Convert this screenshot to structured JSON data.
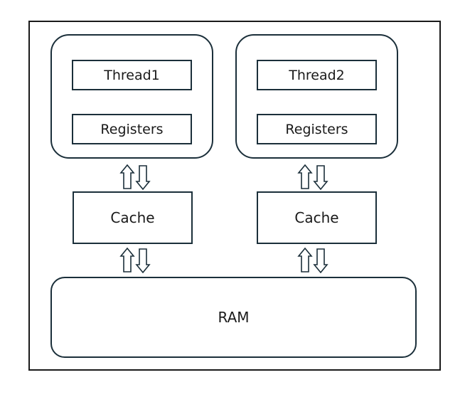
{
  "diagram": {
    "thread_groups": [
      {
        "thread_label": "Thread1",
        "registers_label": "Registers"
      },
      {
        "thread_label": "Thread2",
        "registers_label": "Registers"
      }
    ],
    "caches": [
      {
        "label": "Cache"
      },
      {
        "label": "Cache"
      }
    ],
    "ram": {
      "label": "RAM"
    },
    "icons": {
      "arrow_pair": "up-down-hollow-arrows-icon"
    },
    "colors": {
      "stroke": "#1b2f3a",
      "frame": "#1a1a1a",
      "background": "#ffffff"
    }
  }
}
